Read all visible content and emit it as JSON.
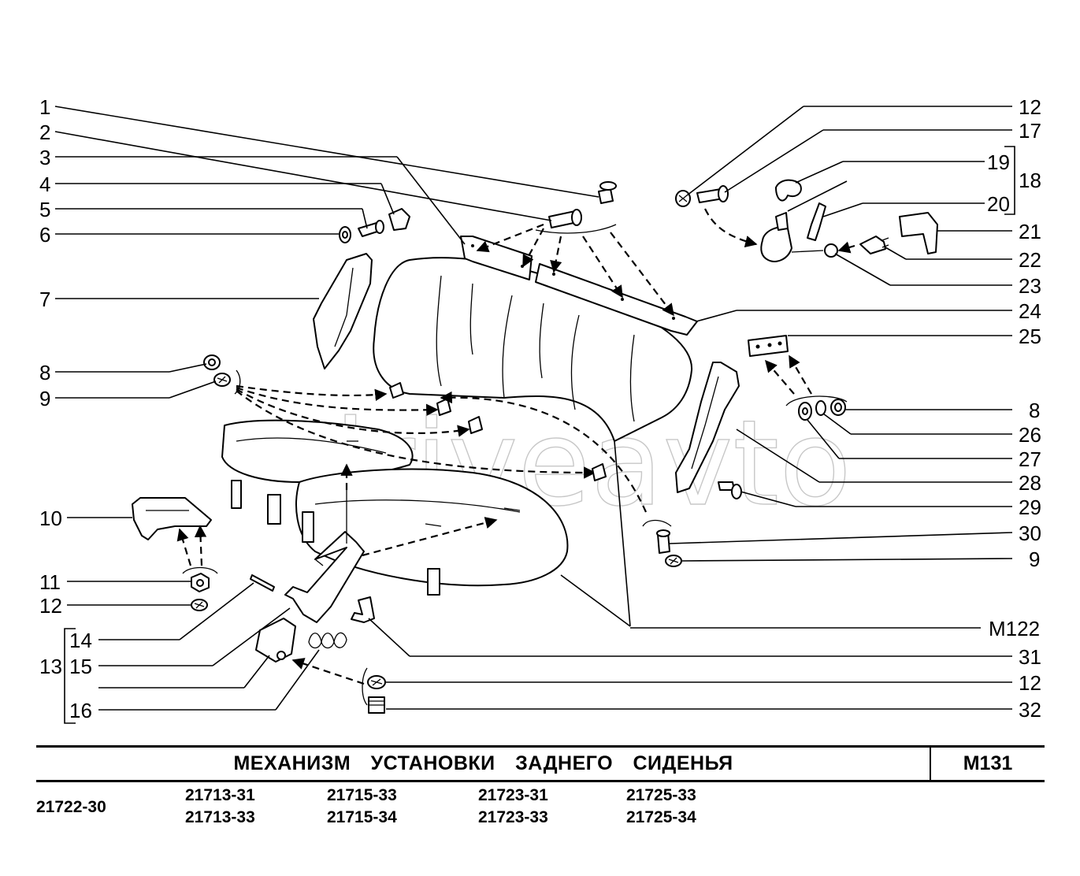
{
  "callouts_left": [
    {
      "id": "c1",
      "label": "1"
    },
    {
      "id": "c2",
      "label": "2"
    },
    {
      "id": "c3",
      "label": "3"
    },
    {
      "id": "c4",
      "label": "4"
    },
    {
      "id": "c5",
      "label": "5"
    },
    {
      "id": "c6",
      "label": "6"
    },
    {
      "id": "c7",
      "label": "7"
    },
    {
      "id": "c8l",
      "label": "8"
    },
    {
      "id": "c9l",
      "label": "9"
    },
    {
      "id": "c10",
      "label": "10"
    },
    {
      "id": "c11",
      "label": "11"
    },
    {
      "id": "c12l",
      "label": "12"
    },
    {
      "id": "c13",
      "label": "13"
    },
    {
      "id": "c14",
      "label": "14"
    },
    {
      "id": "c15",
      "label": "15"
    },
    {
      "id": "c16",
      "label": "16"
    }
  ],
  "callouts_right": [
    {
      "id": "c12a",
      "label": "12"
    },
    {
      "id": "c17",
      "label": "17"
    },
    {
      "id": "c18",
      "label": "18"
    },
    {
      "id": "c19",
      "label": "19"
    },
    {
      "id": "c20",
      "label": "20"
    },
    {
      "id": "c21",
      "label": "21"
    },
    {
      "id": "c22",
      "label": "22"
    },
    {
      "id": "c23",
      "label": "23"
    },
    {
      "id": "c24",
      "label": "24"
    },
    {
      "id": "c25",
      "label": "25"
    },
    {
      "id": "c8r",
      "label": "8"
    },
    {
      "id": "c26",
      "label": "26"
    },
    {
      "id": "c27",
      "label": "27"
    },
    {
      "id": "c28",
      "label": "28"
    },
    {
      "id": "c29",
      "label": "29"
    },
    {
      "id": "c30",
      "label": "30"
    },
    {
      "id": "c9r",
      "label": "9"
    },
    {
      "id": "cM122",
      "label": "М122"
    },
    {
      "id": "c31",
      "label": "31"
    },
    {
      "id": "c12b",
      "label": "12"
    },
    {
      "id": "c32",
      "label": "32"
    }
  ],
  "watermark": "driveavto",
  "footer": {
    "title": "МЕХАНИЗМ УСТАНОВКИ ЗАДНЕГО СИДЕНЬЯ",
    "code": "М131",
    "base_model": "21722-30",
    "models": [
      [
        "21713-31",
        "21713-33"
      ],
      [
        "21715-33",
        "21715-34"
      ],
      [
        "21723-31",
        "21723-33"
      ],
      [
        "21725-33",
        "21725-34"
      ]
    ]
  }
}
